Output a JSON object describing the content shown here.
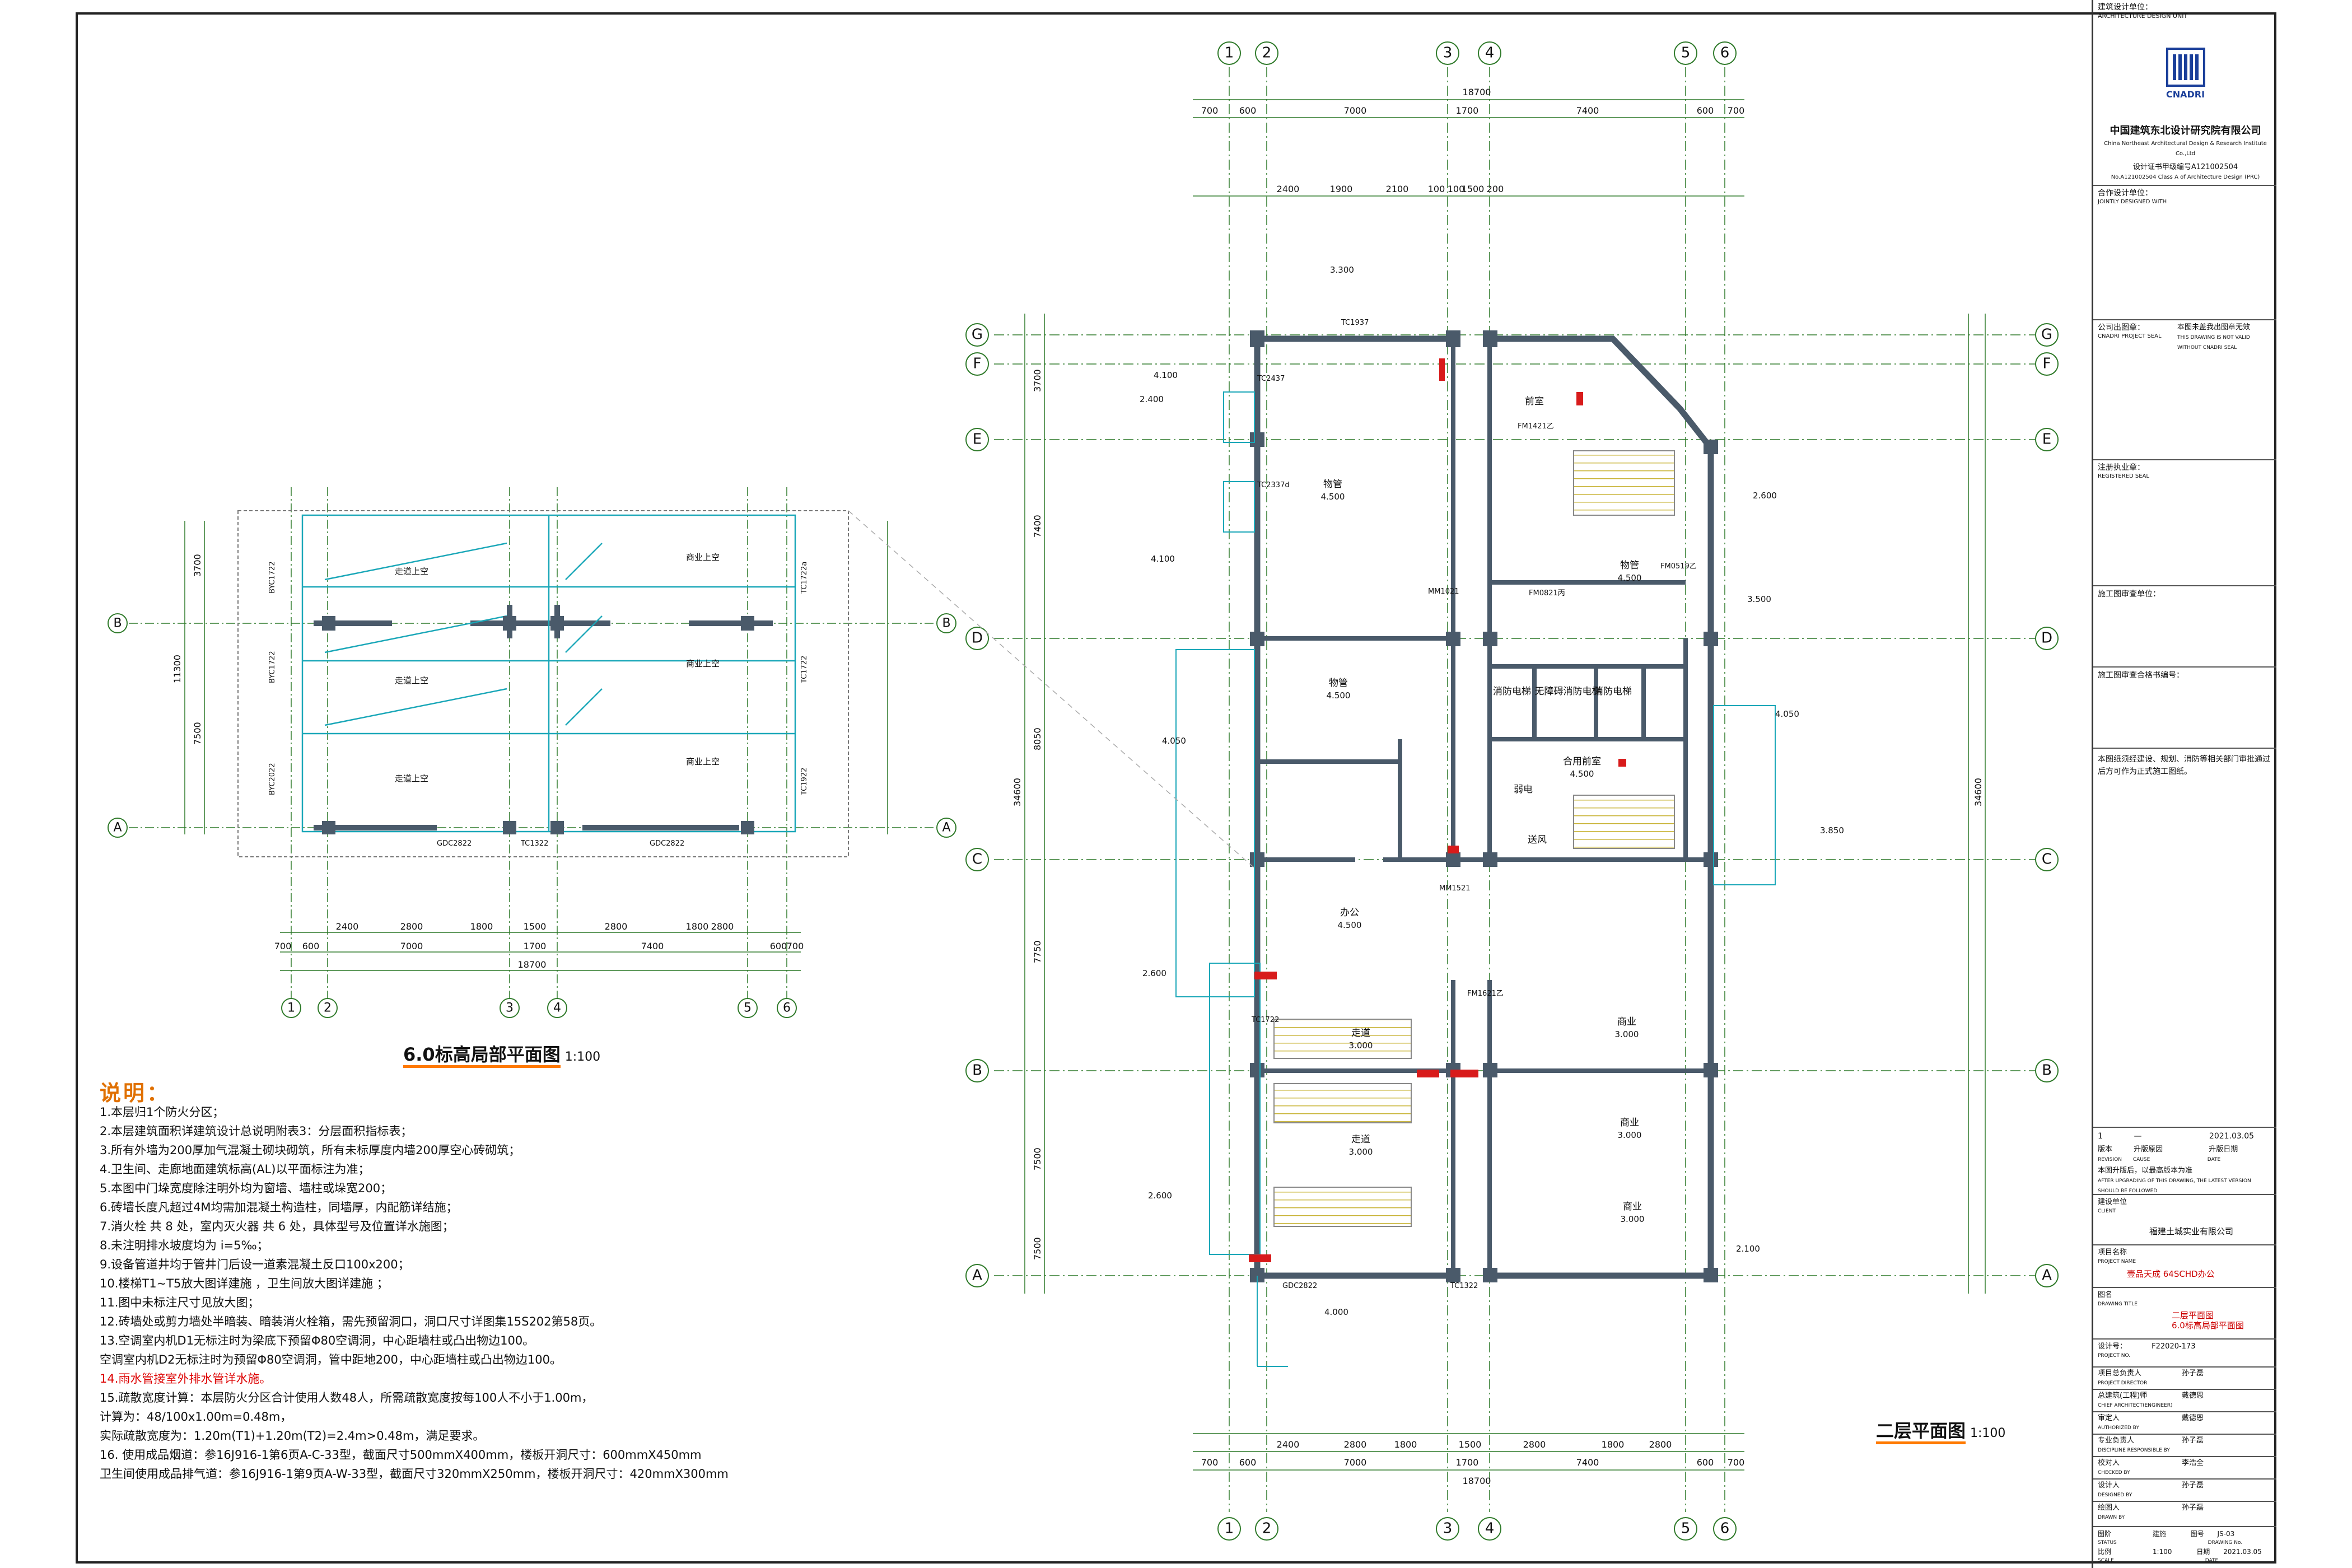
{
  "drawing": {
    "main_plan_title": "二层平面图",
    "main_plan_scale": "1:100",
    "partial_plan_title": "6.0标高局部平面图",
    "partial_plan_scale": "1:100"
  },
  "main_plan": {
    "axes_top": [
      "1",
      "2",
      "3",
      "4",
      "5",
      "6"
    ],
    "axes_side": [
      "G",
      "F",
      "E",
      "D",
      "C",
      "B",
      "A"
    ],
    "dims_top_overall": "18700",
    "dims_top_row": [
      "700",
      "600",
      "7000",
      "1700",
      "7400",
      "600",
      "700"
    ],
    "dims_top_row2": [
      "2400",
      "1900",
      "2100",
      "100",
      "100",
      "1500",
      "200"
    ],
    "dims_bottom_row": [
      "2400",
      "2800",
      "1800",
      "1500",
      "2800",
      "1800",
      "2800"
    ],
    "dims_bottom_row2": [
      "700",
      "600",
      "7000",
      "1700",
      "7400",
      "600",
      "700"
    ],
    "dims_bottom_overall": "18700",
    "dims_left_overall": "34600",
    "dims_left": [
      "3700",
      "7400",
      "8050",
      "7750",
      "7500",
      "7500"
    ],
    "dims_right_overall": "34600",
    "rooms": [
      {
        "name": "物管",
        "area": "4.500"
      },
      {
        "name": "物管",
        "area": "4.500"
      },
      {
        "name": "物管",
        "area": "4.500"
      },
      {
        "name": "办公",
        "area": "4.500"
      },
      {
        "name": "走道",
        "area": "3.000"
      },
      {
        "name": "走道",
        "area": "3.000"
      },
      {
        "name": "商业",
        "area": "3.000"
      },
      {
        "name": "商业",
        "area": "3.000"
      },
      {
        "name": "商业",
        "area": "3.000"
      },
      {
        "name": "合用前室",
        "area": "4.500"
      },
      {
        "name": "前室",
        "area": ""
      },
      {
        "name": "消防电梯",
        "area": ""
      },
      {
        "name": "无障碍消防电梯",
        "area": ""
      },
      {
        "name": "消防电梯",
        "area": ""
      },
      {
        "name": "送风",
        "area": ""
      },
      {
        "name": "弱电",
        "area": ""
      }
    ],
    "elevations": [
      "3.300",
      "4.100",
      "2.400",
      "4.100",
      "4.050",
      "3.500",
      "2.600",
      "4.050",
      "3.850",
      "2.600",
      "2.600",
      "2.100",
      "4.000"
    ],
    "door_tags": [
      "FM1421乙",
      "FM0821丙",
      "FM0519乙",
      "MM1021",
      "TC1937",
      "TC2437",
      "TC2337d",
      "TC1722",
      "GDC2822",
      "TC1322",
      "FM1621乙",
      "MM1521"
    ]
  },
  "partial_plan": {
    "axes_top": [
      "1",
      "2",
      "3",
      "4",
      "5",
      "6"
    ],
    "axes_side": [
      "B",
      "A"
    ],
    "rooms": [
      "走道上空",
      "商业上空",
      "走道上空",
      "商业上空",
      "走道上空",
      "商业上空"
    ],
    "dims_bottom": [
      "2400",
      "2800",
      "1800",
      "1500",
      "2800",
      "1800",
      "2800"
    ],
    "dims_bottom2": [
      "700",
      "600",
      "7000",
      "1700",
      "7400",
      "600",
      "700"
    ],
    "dims_bottom_overall": "18700",
    "dims_left": [
      "3700",
      "7500",
      "11300"
    ],
    "tags": [
      "GDC2822",
      "TC1322",
      "GDC2822",
      "BYC1722",
      "BYC1722",
      "BYC2022",
      "TC1722a",
      "TC1722",
      "TC1922"
    ]
  },
  "notes": {
    "heading": "说明：",
    "items": [
      "1.本层归1个防火分区；",
      "2.本层建筑面积详建筑设计总说明附表3：分层面积指标表；",
      "3.所有外墙为200厚加气混凝土砌块砌筑，所有未标厚度内墙200厚空心砖砌筑；",
      "4.卫生间、走廊地面建筑标高(AL)以平面标注为准；",
      "5.本图中门垛宽度除注明外均为窗墙、墙柱或垛宽200；",
      "6.砖墙长度凡超过4M均需加混凝土构造柱，同墙厚，内配筋详结施；",
      "7.消火栓 共 8 处，室内灭火器 共 6 处，具体型号及位置详水施图；",
      "8.未注明排水坡度均为 i=5‰；",
      "9.设备管道井均于管井门后设一道素混凝土反口100x200；",
      "10.楼梯T1~T5放大图详建施 ，卫生间放大图详建施 ；",
      "11.图中未标注尺寸见放大图；",
      "12.砖墙处或剪力墙处半暗装、暗装消火栓箱，需先预留洞口，洞口尺寸详图集15S202第58页。",
      "13.空调室内机D1无标注时为梁底下预留Φ80空调洞，中心距墙柱或凸出物边100。",
      "    空调室内机D2无标注时为预留Φ80空调洞，管中距地200，中心距墙柱或凸出物边100。",
      "14.雨水管接室外排水管详水施。",
      "15.疏散宽度计算：本层防火分区合计使用人数48人，所需疏散宽度按每100人不小于1.00m，",
      "    计算为：48/100x1.00m=0.48m，",
      "    实际疏散宽度为：1.20m(T1)+1.20m(T2)=2.4m>0.48m，满足要求。",
      "16.  使用成品烟道：参16J916-1第6页A-C-33型，截面尺寸500mmX400mm，楼板开洞尺寸：600mmX450mm",
      "     卫生间使用成品排气道：参16J916-1第9页A-W-33型，截面尺寸320mmX250mm，楼板开洞尺寸：420mmX300mm"
    ]
  },
  "title_block": {
    "design_unit_label": "建筑设计单位：",
    "design_unit_en": "ARCHITECTURE DESIGN UNIT",
    "logo_text": "CNADRI",
    "company_cn": "中国建筑东北设计研究院有限公司",
    "company_en": "China Northeast Architectural Design & Research Institute Co.,Ltd",
    "cert_cn": "设计证书甲级编号A121002504",
    "cert_en": "No.A121002504 Class A of Architecture Design (PRC)",
    "joint_label": "合作设计单位：",
    "joint_en": "JOINTLY DESIGNED WITH",
    "seal_label": "公司出图章：",
    "seal_en": "CNADRI PROJECT SEAL",
    "seal_note": "本图未盖我出图章无效",
    "seal_note_en": "THIS DRAWING IS NOT VALID WITHOUT CNADRI SEAL",
    "reg_label": "注册执业章：",
    "reg_en": "REGISTERED SEAL",
    "review_unit": "施工图审查单位：",
    "review_cert": "施工图审查合格书编号：",
    "review_note": "本图纸须经建设、规划、消防等相关部门审批通过后方可作为正式施工图纸。",
    "revision": {
      "no": "1",
      "cause": "—",
      "date": "2021.03.05"
    },
    "rev_head": [
      "版本",
      "升版原因",
      "升版日期"
    ],
    "rev_head_en": [
      "REVISION",
      "CAUSE",
      "DATE"
    ],
    "rev_note": "本图升版后，以最高版本为准",
    "rev_note_en": "AFTER UPGRADING OF THIS DRAWING, THE LATEST VERSION SHOULD BE FOLLOWED",
    "client_label": "建设单位",
    "client_en": "CLIENT",
    "client": "福建土城实业有限公司",
    "project_label": "项目名称",
    "project_en": "PROJECT NAME",
    "project": "壹品天成  64SCHD办公",
    "drawing_title_label": "图名",
    "drawing_title_en": "DRAWING TITLE",
    "drawing_title": "二层平面图\n6.0标高局部平面图",
    "design_no_label": "设计号：",
    "design_no_en": "PROJECT NO.",
    "design_no": "F22020-173",
    "signatures": [
      {
        "role": "项目总负责人",
        "en": "PROJECT DIRECTOR",
        "name": "孙子磊"
      },
      {
        "role": "总建筑(工程)师",
        "en": "CHIEF ARCHITECT(ENGINEER)",
        "name": "戴德恩"
      },
      {
        "role": "审定人",
        "en": "AUTHORIZED BY",
        "name": "戴德恩"
      },
      {
        "role": "专业负责人",
        "en": "DISCIPLINE RESPONSIBLE BY",
        "name": "孙子磊"
      },
      {
        "role": "校对人",
        "en": "CHECKED BY",
        "name": "李浩全"
      },
      {
        "role": "设计人",
        "en": "DESIGNED BY",
        "name": "孙子磊"
      },
      {
        "role": "绘图人",
        "en": "DRAWN BY",
        "name": "孙子磊"
      }
    ],
    "status_label": "图阶",
    "status_en": "STATUS",
    "status": "建施",
    "drawing_no_label": "图号",
    "drawing_no_en": "DRAWING No.",
    "drawing_no": "JS-03",
    "scale_label": "比例",
    "scale_en": "SCALE",
    "scale": "1:100",
    "date_label": "日期",
    "date_en": "DATE",
    "date": "2021.03.05"
  },
  "colors": {
    "wall": "#0e7d85",
    "wall_dark": "#4a5a6a",
    "cyan": "#1aa7b8",
    "dim": "#2f7a2a",
    "axis": "#2f7a2a",
    "red": "#d81b1b",
    "yellow": "#e4d46a",
    "orange": "#ff7a00"
  }
}
